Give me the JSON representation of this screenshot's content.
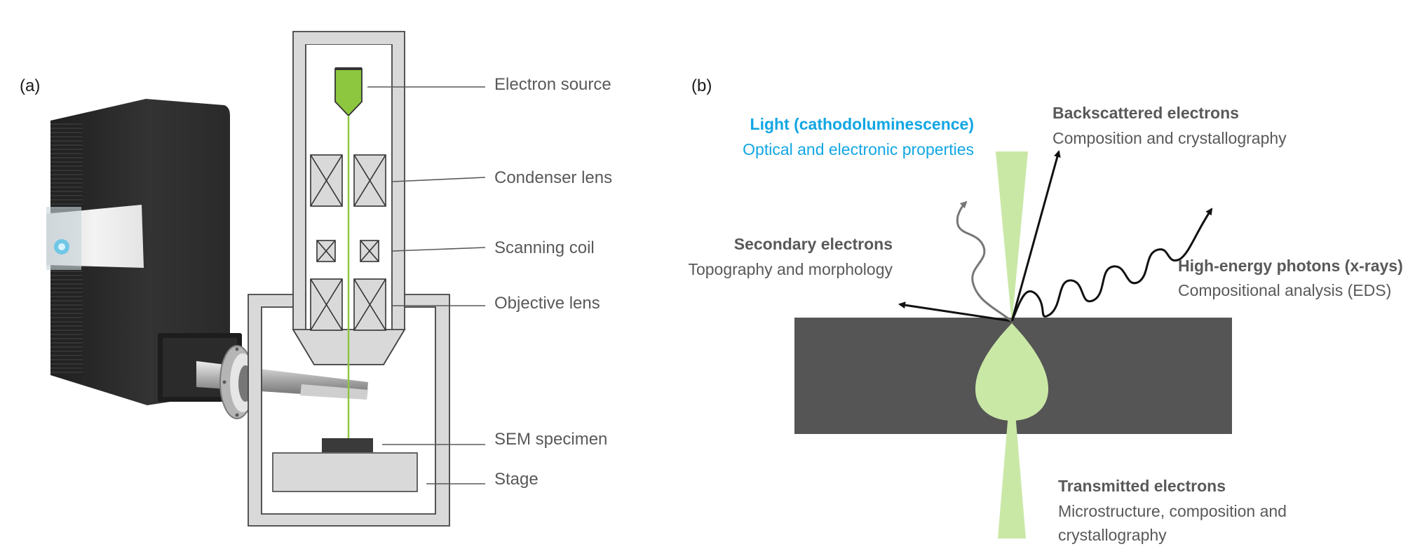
{
  "panel_a": {
    "label": "(a)",
    "callouts": {
      "electron_source": "Electron source",
      "condenser_lens": "Condenser lens",
      "scanning_coil": "Scanning coil",
      "objective_lens": "Objective lens",
      "sem_specimen": "SEM specimen",
      "stage": "Stage"
    }
  },
  "panel_b": {
    "label": "(b)",
    "signals": {
      "light": {
        "title": "Light (cathodoluminescence)",
        "subtitle": "Optical and electronic properties"
      },
      "backscattered": {
        "title": "Backscattered electrons",
        "subtitle": "Composition and crystallography"
      },
      "secondary": {
        "title": "Secondary electrons",
        "subtitle": "Topography and morphology"
      },
      "xrays": {
        "title": "High-energy photons (x-rays)",
        "subtitle": "Compositional analysis (EDS)"
      },
      "transmitted": {
        "title": "Transmitted electrons",
        "subtitle_line1": "Microstructure, composition and",
        "subtitle_line2": "crystallography"
      }
    }
  },
  "colors": {
    "beam_green": "#8dc63f",
    "interaction_green": "#c9e8a6",
    "column_grey": "#d9d9d9",
    "sample_dark": "#555555",
    "light_text_blue": "#12a6e3",
    "label_grey": "#595959"
  }
}
